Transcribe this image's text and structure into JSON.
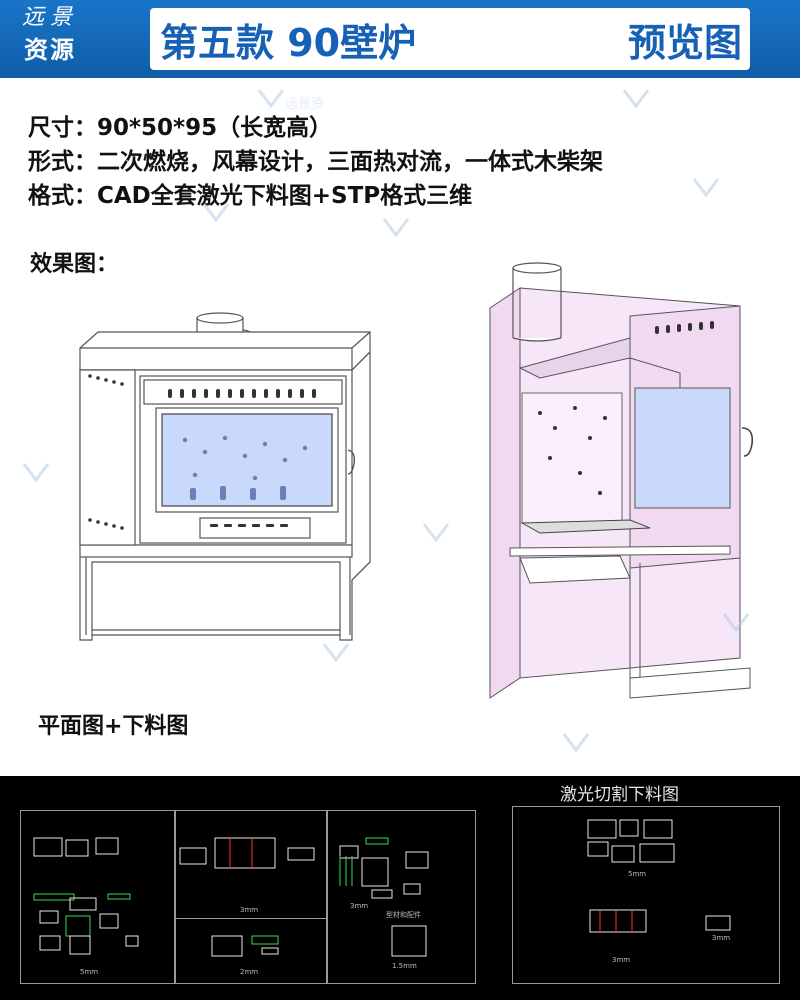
{
  "header": {
    "logo_line1": "远景",
    "logo_line2": "资源",
    "title_main": "第五款 90壁炉",
    "title_sub": "预览图"
  },
  "specs": [
    {
      "label": "尺寸：",
      "value": "90*50*95（长宽高）"
    },
    {
      "label": "形式：",
      "value": "二次燃烧，风幕设计，三面热对流，一体式木柴架"
    },
    {
      "label": "格式：",
      "value": "CAD全套激光下料图+STP格式三维"
    }
  ],
  "sections": {
    "render_label": "效果图：",
    "plan_label": "平面图+下料图"
  },
  "watermark_text": "远景资源",
  "cad": {
    "title": "激光切割下料图",
    "captions": {
      "c1": "5mm",
      "c2": "3mm",
      "c3": "型材和配件",
      "c4": "2mm",
      "c5": "1.5mm",
      "c6": "3mm",
      "c7": "5mm",
      "c8": "3mm",
      "c9": "3mm"
    }
  },
  "colors": {
    "header_blue": "#1a75c8",
    "title_blue": "#1661b6",
    "glass_blue": "#c9d9fb",
    "interior_pink": "#f1d9f2",
    "cad_background": "#000000"
  }
}
